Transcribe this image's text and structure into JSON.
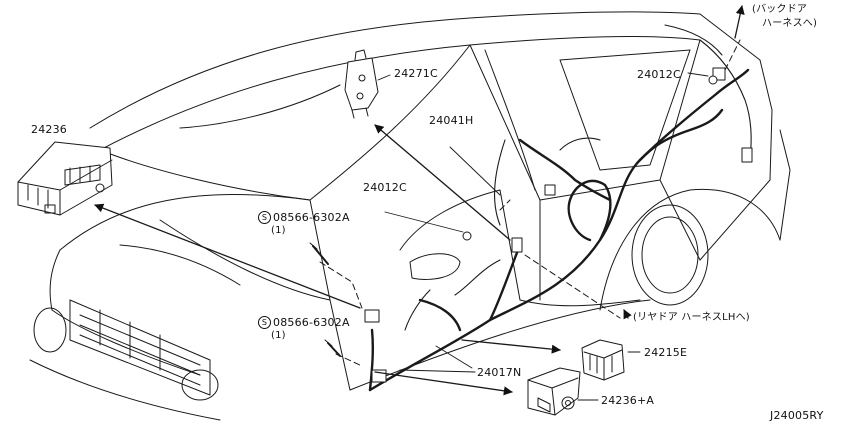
{
  "diagram_id": "J24005RY",
  "parts": {
    "p24236": "24236",
    "p24271C": "24271C",
    "p24041H": "24041H",
    "p24012C_top": "24012C",
    "p24012C_mid": "24012C",
    "p24215E": "24215E",
    "p24017N": "24017N",
    "p24236A": "24236+A"
  },
  "bolts": [
    {
      "symbol": "S",
      "code": "08566-6302A",
      "qty": "(1)"
    },
    {
      "symbol": "S",
      "code": "08566-6302A",
      "qty": "(1)"
    }
  ],
  "notes": {
    "back_door_line1": "(バックドア",
    "back_door_line2": "ハーネスへ)",
    "rear_door": "(リヤドア ハーネスLHへ)"
  }
}
